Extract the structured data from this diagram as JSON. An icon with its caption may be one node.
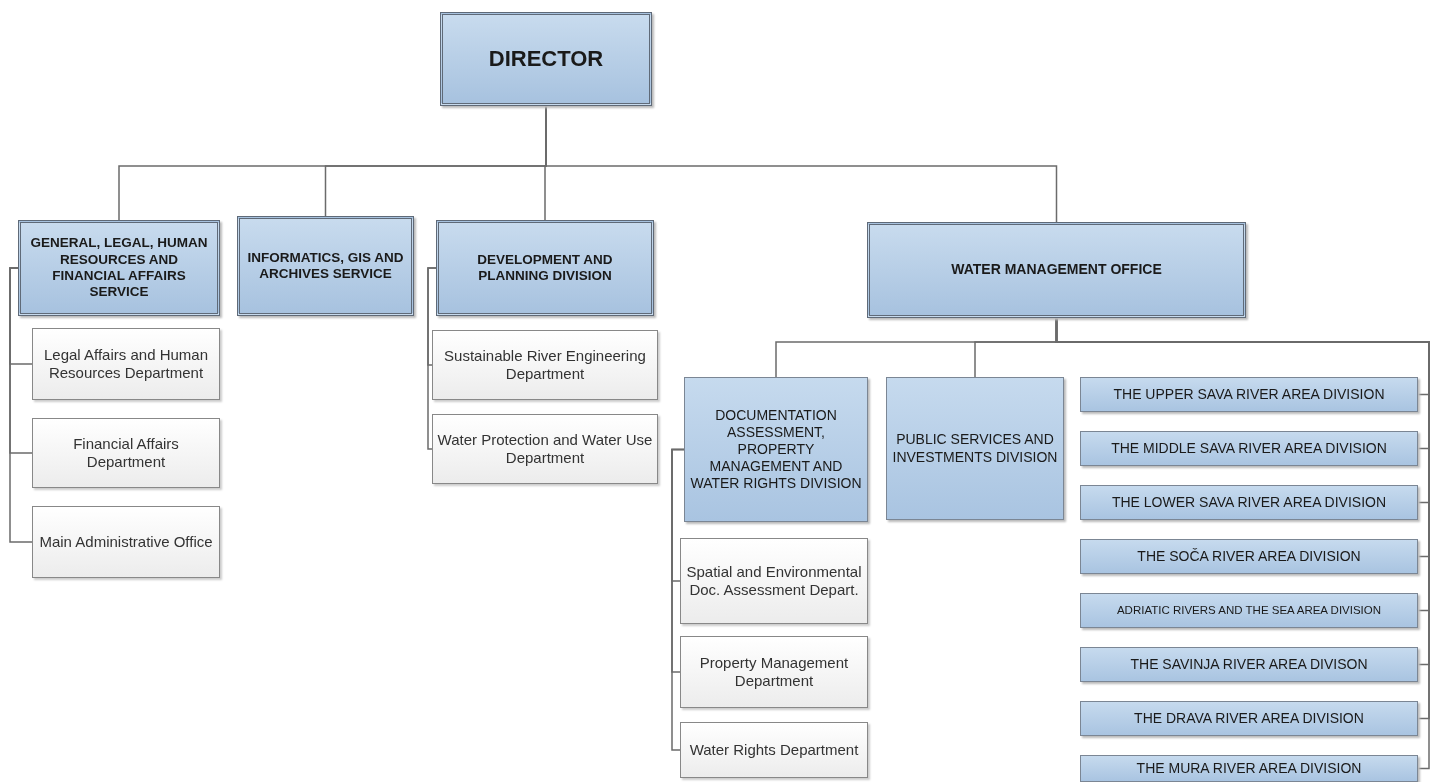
{
  "diagram": {
    "nodes": [
      {
        "text": [
          "DIRECTOR"
        ]
      },
      {
        "text": [
          "GENERAL, LEGAL, HUMAN RESOURCES AND FINANCIAL AFFAIRS SERVICE"
        ]
      },
      {
        "text": [
          "Legal Affairs and Human Resources Department"
        ]
      },
      {
        "text": [
          "Financial Affairs Department"
        ]
      },
      {
        "text": [
          "Main Administrative Office"
        ]
      },
      {
        "text": [
          "INFORMATICS, GIS AND ARCHIVES SERVICE"
        ]
      },
      {
        "text": [
          "DEVELOPMENT AND PLANNING DIVISION"
        ]
      },
      {
        "text": [
          "Sustainable River Engineering Department"
        ]
      },
      {
        "text": [
          "Water Protection and Water Use Department"
        ]
      },
      {
        "text": [
          "WATER MANAGEMENT OFFICE"
        ]
      },
      {
        "text": [
          "DOCUMENTATION ASSESSMENT, PROPERTY MANAGEMENT AND WATER RIGHTS DIVISION"
        ]
      },
      {
        "text": [
          "PUBLIC SERVICES AND INVESTMENTS DIVISION"
        ]
      },
      {
        "text": [
          "Spatial and Environmental Doc. Assessment Depart."
        ]
      },
      {
        "text": [
          "Property Management Department"
        ]
      },
      {
        "text": [
          "Water Rights Department"
        ]
      },
      {
        "text": [
          "THE UPPER SAVA RIVER AREA DIVISION"
        ]
      },
      {
        "text": [
          "THE MIDDLE SAVA RIVER AREA DIVISION"
        ]
      },
      {
        "text": [
          "THE LOWER SAVA RIVER AREA DIVISION"
        ]
      },
      {
        "text": [
          "THE SOČA RIVER AREA DIVISION"
        ]
      },
      {
        "text": [
          "ADRIATIC RIVERS AND THE SEA AREA DIVISION"
        ]
      },
      {
        "text": [
          "THE SAVINJA RIVER AREA DIVISON"
        ]
      },
      {
        "text": [
          "THE DRAVA RIVER AREA DIVISION"
        ]
      },
      {
        "text": [
          "THE MURA RIVER AREA DIVISION"
        ]
      }
    ],
    "edges": [
      {
        "from": 0,
        "to": 1,
        "arrow": "none"
      },
      {
        "from": 0,
        "to": 5,
        "arrow": "none"
      },
      {
        "from": 0,
        "to": 6,
        "arrow": "none"
      },
      {
        "from": 0,
        "to": 9,
        "arrow": "none"
      },
      {
        "from": 1,
        "to": 2,
        "arrow": "none"
      },
      {
        "from": 1,
        "to": 3,
        "arrow": "none"
      },
      {
        "from": 1,
        "to": 4,
        "arrow": "none"
      },
      {
        "from": 6,
        "to": 7,
        "arrow": "none"
      },
      {
        "from": 6,
        "to": 8,
        "arrow": "none"
      },
      {
        "from": 9,
        "to": 10,
        "arrow": "none"
      },
      {
        "from": 9,
        "to": 11,
        "arrow": "none"
      },
      {
        "from": 10,
        "to": 12,
        "arrow": "none"
      },
      {
        "from": 10,
        "to": 13,
        "arrow": "none"
      },
      {
        "from": 10,
        "to": 14,
        "arrow": "none"
      },
      {
        "from": 9,
        "to": 15,
        "arrow": "none"
      },
      {
        "from": 9,
        "to": 16,
        "arrow": "none"
      },
      {
        "from": 9,
        "to": 17,
        "arrow": "none"
      },
      {
        "from": 9,
        "to": 18,
        "arrow": "none"
      },
      {
        "from": 9,
        "to": 19,
        "arrow": "none"
      },
      {
        "from": 9,
        "to": 20,
        "arrow": "none"
      },
      {
        "from": 9,
        "to": 21,
        "arrow": "none"
      },
      {
        "from": 9,
        "to": 22,
        "arrow": "none"
      }
    ]
  }
}
